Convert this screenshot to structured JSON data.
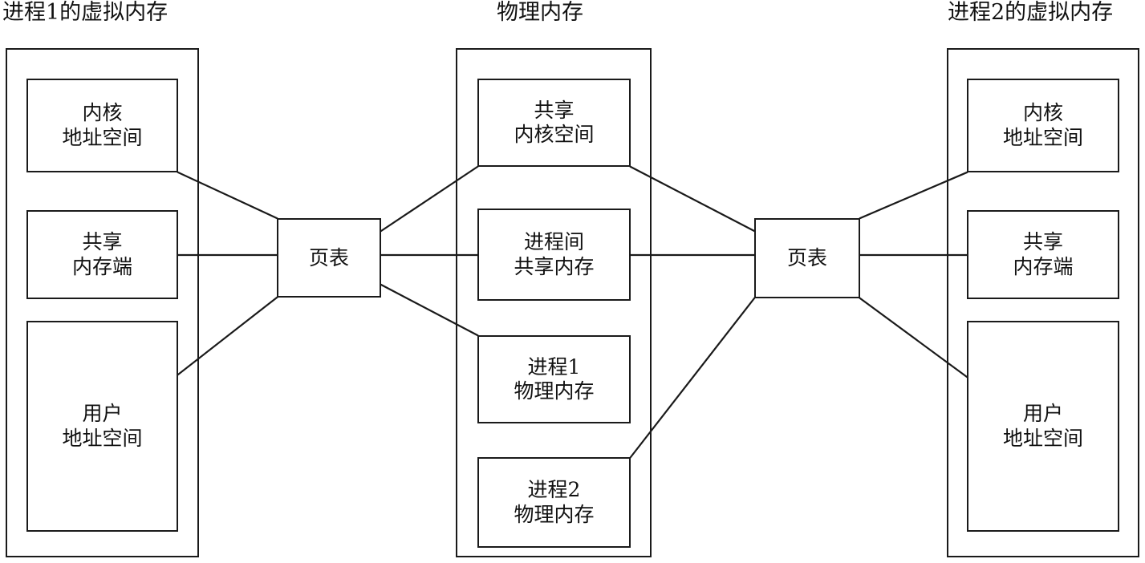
{
  "diagram": {
    "title_type": "memory-mapping-diagram",
    "columns": [
      {
        "id": "proc1-virtual",
        "title": "进程1的虚拟内存"
      },
      {
        "id": "physical",
        "title": "物理内存"
      },
      {
        "id": "proc2-virtual",
        "title": "进程2的虚拟内存"
      }
    ],
    "proc1": {
      "kernel": {
        "line1": "内核",
        "line2": "地址空间"
      },
      "shared": {
        "line1": "共享",
        "line2": "内存端"
      },
      "user": {
        "line1": "用户",
        "line2": "地址空间"
      }
    },
    "physical": {
      "shared_kernel": {
        "line1": "共享",
        "line2": "内核空间"
      },
      "inter_process_shared": {
        "line1": "进程间",
        "line2": "共享内存"
      },
      "proc1_phys": {
        "line1": "进程1",
        "line2": "物理内存"
      },
      "proc2_phys": {
        "line1": "进程2",
        "line2": "物理内存"
      }
    },
    "proc2": {
      "kernel": {
        "line1": "内核",
        "line2": "地址空间"
      },
      "shared": {
        "line1": "共享",
        "line2": "内存端"
      },
      "user": {
        "line1": "用户",
        "line2": "地址空间"
      }
    },
    "page_table_left": {
      "label": "页表"
    },
    "page_table_right": {
      "label": "页表"
    },
    "colors": {
      "stroke": "#1a1a1a",
      "text": "#111111",
      "background": "#ffffff"
    }
  }
}
